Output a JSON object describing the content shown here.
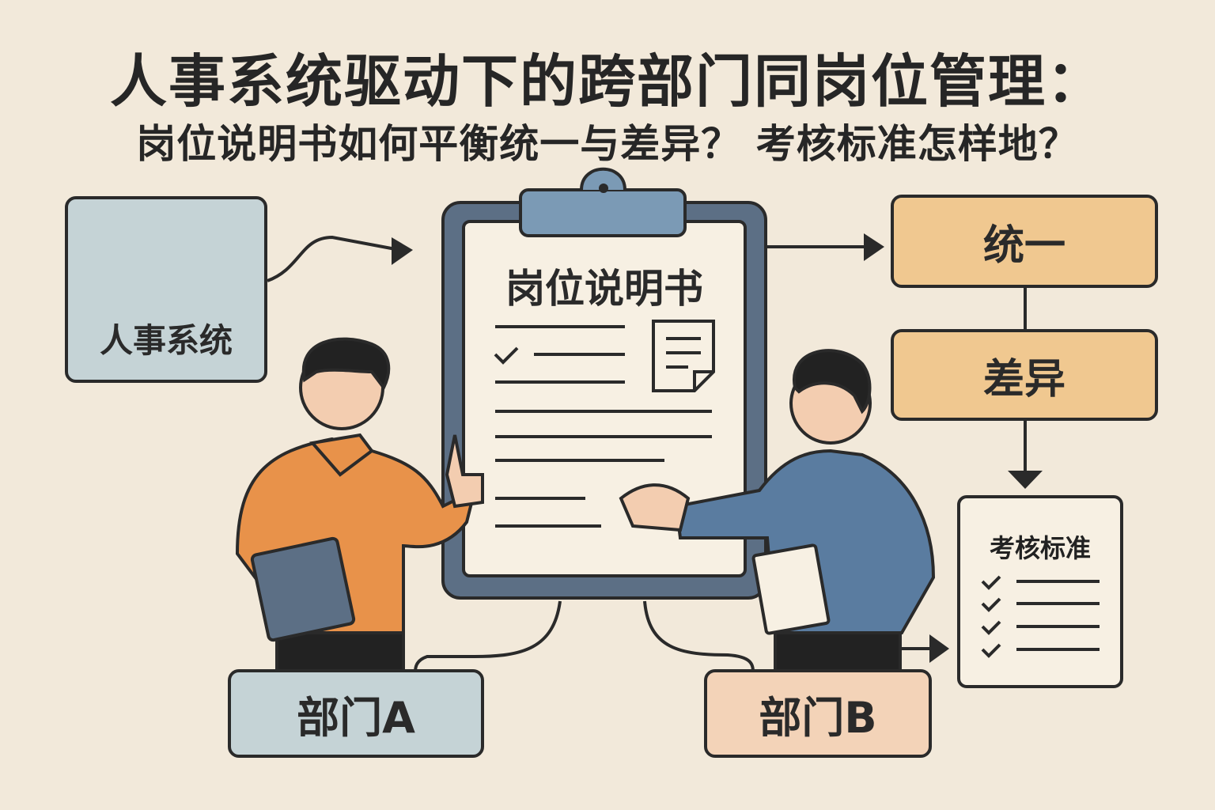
{
  "title": "人事系统驱动下的跨部门同岗位管理：",
  "subtitle": "岗位说明书如何平衡统一与差异？ 考核标准怎样地？",
  "hr_system": {
    "label": "人事系统",
    "icon": "user-icon"
  },
  "document": {
    "label": "岗位说明书",
    "icon": "clipboard-icon"
  },
  "flow": {
    "unify": "统一",
    "difference": "差异"
  },
  "assessment": {
    "label": "考核标准",
    "icon": "checklist-icon"
  },
  "departments": {
    "a": "部门A",
    "b": "部门B"
  },
  "colors": {
    "background": "#f2e9da",
    "blue": "#c5d3d6",
    "orange": "#f0c890",
    "peach": "#f3d3b8",
    "frame": "#5c6f85"
  }
}
